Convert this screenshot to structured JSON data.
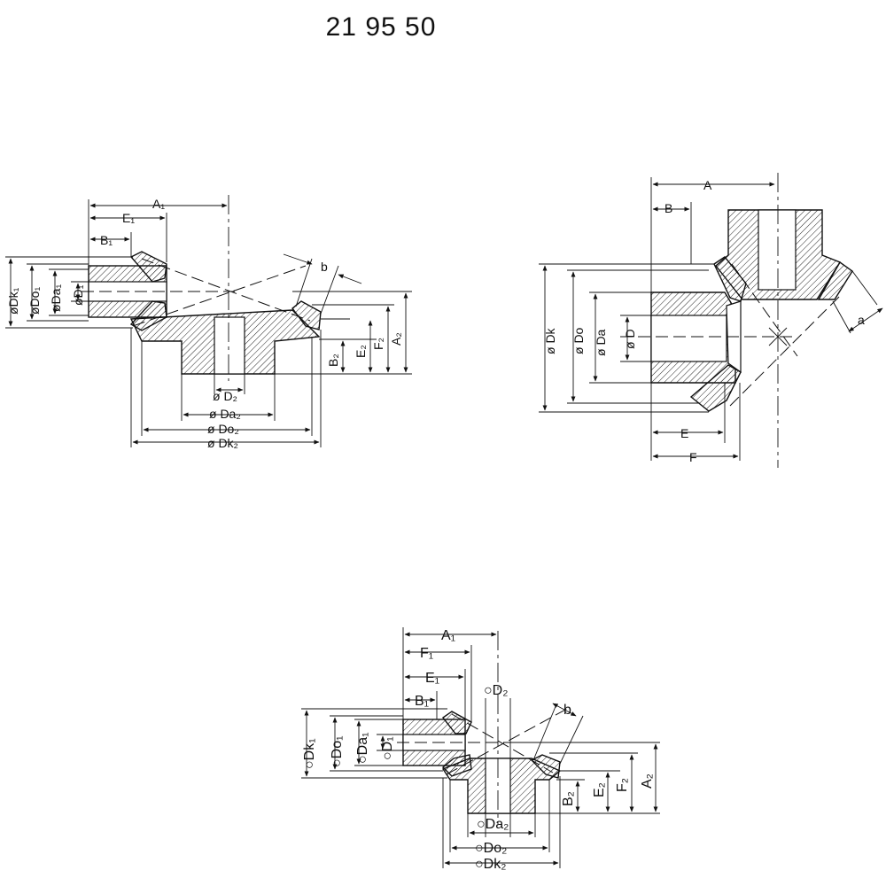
{
  "title": "21 95 50",
  "view1": {
    "labels": {
      "A1": "A₁",
      "E1": "E₁",
      "B1": "B₁",
      "b": "b",
      "Dk1": "øDk₁",
      "Do1": "øDo₁",
      "Da1": "øDa₁",
      "D1": "øD₁",
      "B2": "B₂",
      "E2": "E₂",
      "F2": "F₂",
      "A2": "A₂",
      "D2": "ø D₂",
      "Da2": "ø Da₂",
      "Do2": "ø Do₂",
      "Dk2": "ø Dk₂"
    }
  },
  "view2": {
    "labels": {
      "A": "A",
      "B": "B",
      "Dk": "ø Dk",
      "Do": "ø Do",
      "Da": "ø Da",
      "D": "ø D",
      "E": "E",
      "F": "F",
      "a": "a"
    }
  },
  "view3": {
    "labels": {
      "A1": "A₁",
      "F1": "F₁",
      "E1": "E₁",
      "B1": "B₁",
      "D2": "○D₂",
      "b": "b",
      "Dk1": "○Dk₁",
      "Do1": "○Do₁",
      "Da1": "○Da₁",
      "D1": "○D₁",
      "B2": "B₂",
      "E2": "E₂",
      "F2": "F₂",
      "A2": "A₂",
      "Da2": "○Da₂",
      "Do2": "○Do₂",
      "Dk2": "○Dk₂"
    }
  }
}
